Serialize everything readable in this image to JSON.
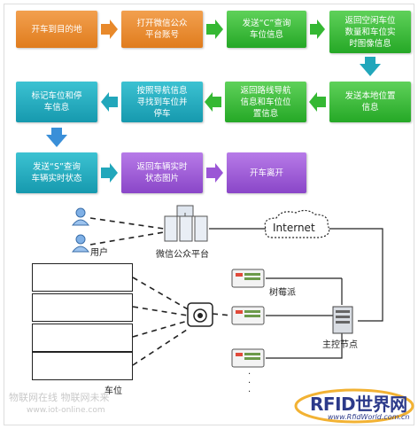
{
  "flow": {
    "box1": "开车到目的地",
    "box2": "打开微信公众\n平台账号",
    "box3": "发送“C”查询\n车位信息",
    "box4": "返回空闲车位\n数量和车位实\n时图像信息",
    "box5": "发送本地位置\n信息",
    "box6": "返回路线导航\n信息和车位位\n置信息",
    "box7": "按照导航信息\n寻找到车位并\n停车",
    "box8": "标记车位和停\n车信息",
    "box9": "发送“S”查询\n车辆实时状态",
    "box10": "返回车辆实时\n状态图片",
    "box11": "开车离开",
    "colors": {
      "orange": "#e8892b",
      "green": "#35b833",
      "teal": "#22a7bb",
      "purple": "#9b56d6"
    }
  },
  "network": {
    "user_label": "用户",
    "wechat_label": "微信公众平台",
    "internet_label": "Internet",
    "pi_label": "树莓派",
    "master_label": "主控节点",
    "parking_label": "车位",
    "ellipsis": "·\n·\n·"
  },
  "watermark": {
    "line1": "物联网在线 物联网未来",
    "line2": "www.iot-online.com"
  },
  "logo": {
    "main": "RFID世界网",
    "sub": "www.RfidWorld.com.cn"
  }
}
